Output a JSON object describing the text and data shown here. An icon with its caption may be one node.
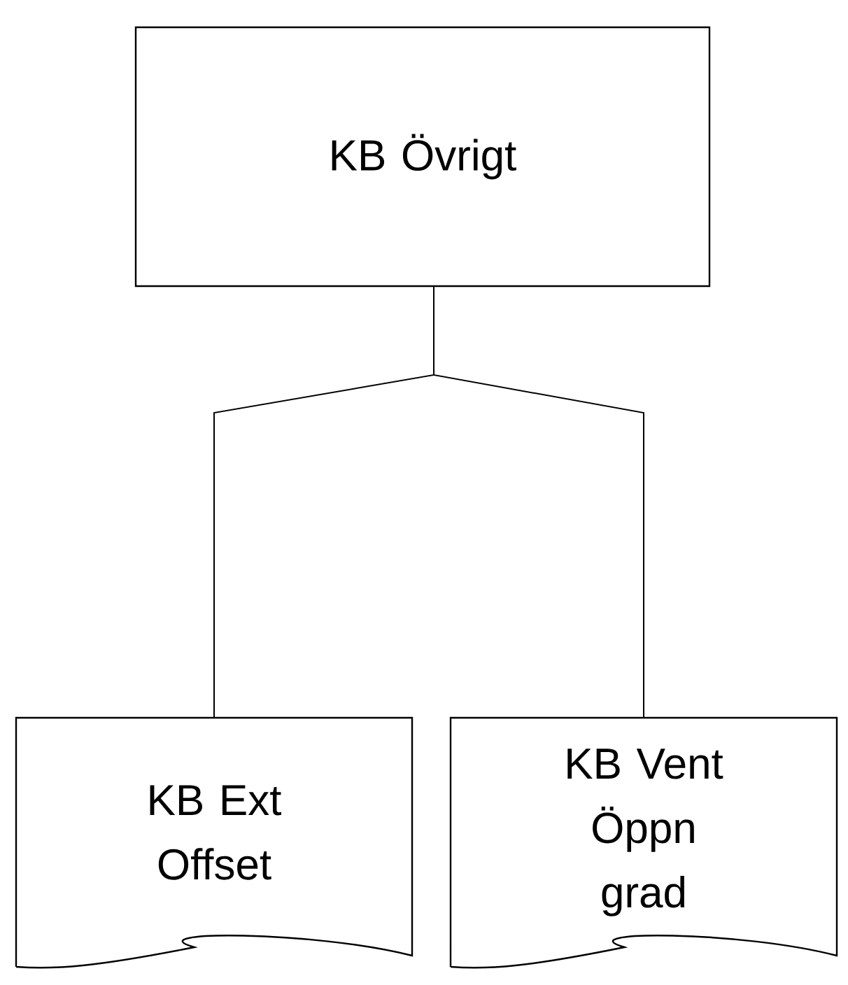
{
  "diagram": {
    "nodes": [
      {
        "text": [
          "KB Övrigt"
        ]
      },
      {
        "text": [
          "KB Ext Offset"
        ]
      },
      {
        "text": [
          "KB Vent Öppn grad"
        ]
      }
    ],
    "edges": [
      {
        "from": 0,
        "to": 1,
        "arrow": "none"
      },
      {
        "from": 0,
        "to": 2,
        "arrow": "none"
      }
    ]
  }
}
